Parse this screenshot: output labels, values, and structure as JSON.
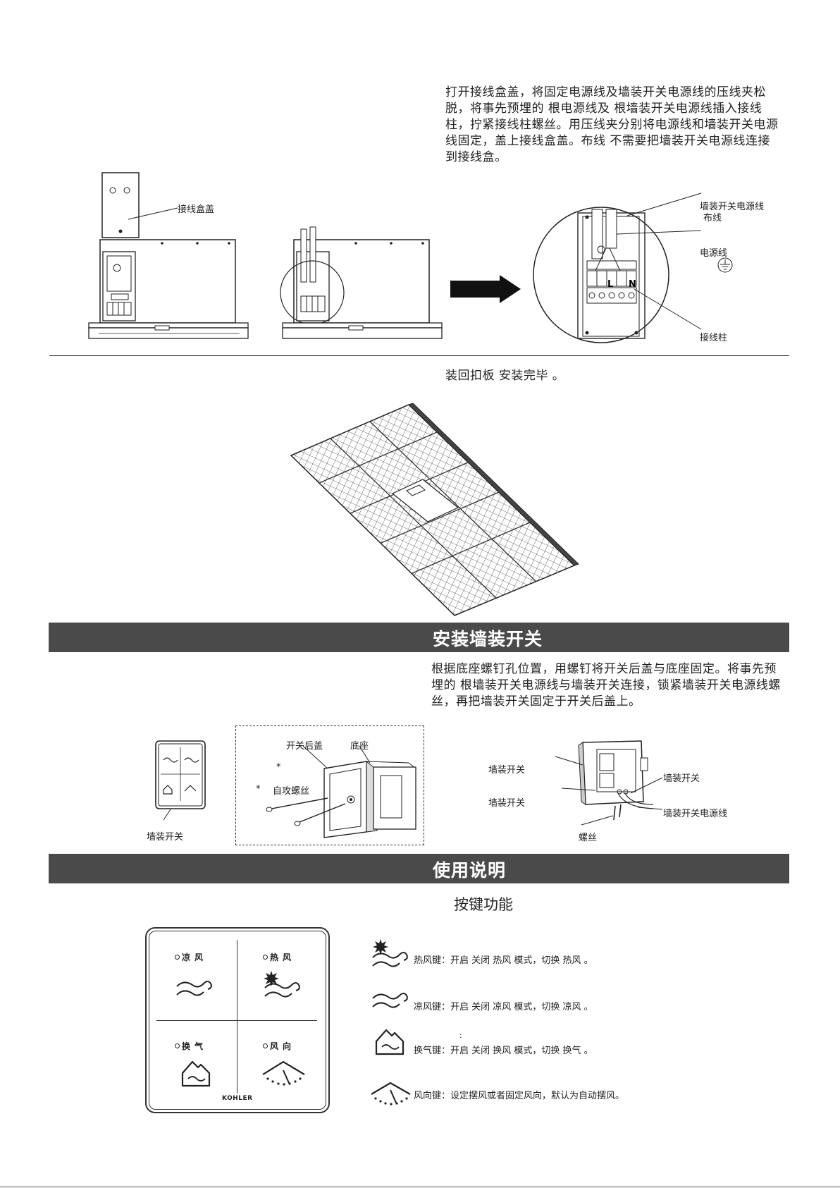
{
  "section1": {
    "paragraph": "打开接线盒盖，将固定电源线及墙装开关电源线的压线夹松脱，将事先预埋的 根电源线及 根墙装开关电源线插入接线柱，拧紧接线柱螺丝。用压线夹分别将电源线和墙装开关电源线固定，盖上接线盒盖。布线 不需要把墙装开关电源线连接到接线盒。",
    "label_box_cover": "接线盒盖",
    "label_switch_power_line": "墙装开关电源线",
    "label_wiring": "布线",
    "label_power_line": "电源线",
    "label_terminal": "接线柱",
    "terminal_letters": [
      "N",
      "L"
    ]
  },
  "section2": {
    "paragraph": "装回扣板 安装完毕 。"
  },
  "install_switch": {
    "title": "安装墙装开关",
    "paragraph": "根据底座螺钉孔位置，用螺钉将开关后盖与底座固定。将事先预埋的 根墙装开关电源线与墙装开关连接，锁紧墙装开关电源线螺丝，再把墙装开关固定于开关后盖上。",
    "label_wall_switch": "墙装开关",
    "label_back_cover": "开关后盖",
    "label_base": "底座",
    "label_screw_self": "自攻螺丝",
    "label_star": "*",
    "label_right_switch_1": "墙装开关",
    "label_right_switch_2": "墙装开关",
    "label_right_switch_3": "墙装开关",
    "label_right_power_line": "墙装开关电源线",
    "label_screw": "螺丝"
  },
  "usage": {
    "title": "使用说明",
    "subtitle": "按键功能",
    "panel": {
      "cool": "凉风",
      "heat": "热风",
      "vent": "换气",
      "direction": "风向",
      "brand": "KOHLER"
    },
    "keys": [
      {
        "icon": "heat-wind-icon",
        "text": "热风键：开启 关闭 热风 模式，切换 热风 。"
      },
      {
        "icon": "cool-wind-icon",
        "text": "凉风键：开启 关闭 凉风 模式，切换 凉风 。"
      },
      {
        "icon": "ventilation-icon",
        "text": "换气键：开启 关闭 换风 模式，切换 换气 。"
      },
      {
        "icon": "wind-direction-icon",
        "text": "风向键：设定摆风或者固定风向，默认为自动摆风。"
      }
    ],
    "colon_mark": ":"
  }
}
